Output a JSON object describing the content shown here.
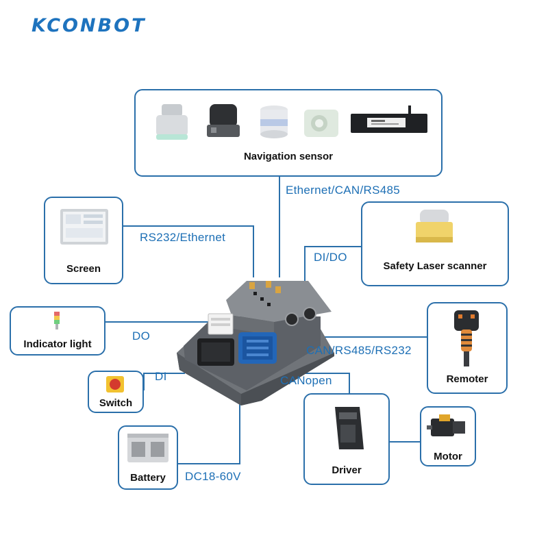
{
  "brand": {
    "logo_text": "KCONBOT",
    "color": "#1e73be"
  },
  "colors": {
    "box_border": "#2a6faa",
    "line": "#2a6faa",
    "label": "#1d6fb5",
    "controller_body": "#5d6167",
    "connector_blue": "#2366b8"
  },
  "boxes": {
    "navigation_sensor": {
      "label": "Navigation sensor",
      "icons": [
        "lidar-light-icon",
        "lidar-dark-icon",
        "lidar-round-icon",
        "camera-sensor-icon",
        "bar-sensor-icon"
      ]
    },
    "screen": {
      "label": "Screen",
      "icon": "touch-screen-icon"
    },
    "safety_laser_scanner": {
      "label": "Safety Laser scanner",
      "icon": "safety-scanner-icon"
    },
    "indicator_light": {
      "label": "Indicator light",
      "icon": "signal-tower-icon"
    },
    "remoter": {
      "label": "Remoter",
      "icon": "remote-control-icon"
    },
    "switch": {
      "label": "Switch",
      "icon": "emergency-switch-icon"
    },
    "battery": {
      "label": "Battery",
      "icon": "battery-pack-icon"
    },
    "driver": {
      "label": "Driver",
      "icon": "motor-driver-icon"
    },
    "motor": {
      "label": "Motor",
      "icon": "servo-motor-icon"
    }
  },
  "connections": {
    "navigation": "Ethernet/CAN/RS485",
    "screen": "RS232/Ethernet",
    "safety_scanner": "DI/DO",
    "indicator": "DO",
    "remoter": "CAN/RS485/RS232",
    "switch": "DI",
    "driver": "CANopen",
    "battery": "DC18-60V"
  }
}
